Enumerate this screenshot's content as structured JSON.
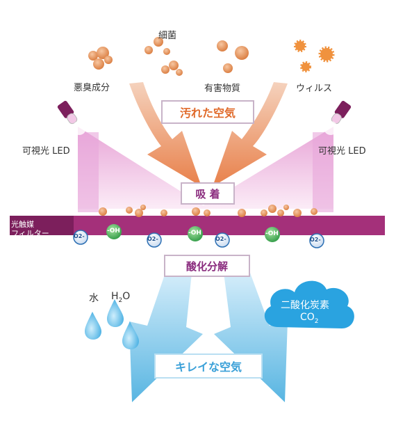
{
  "labels": {
    "malodor": "悪臭成分",
    "bacteria": "細菌",
    "harmful": "有害物質",
    "virus": "ウィルス",
    "led_left": "可視光 LED",
    "led_right": "可視光 LED",
    "filter_line1": "光触媒",
    "filter_line2": "フィルター",
    "water": "水",
    "h2o_main": "H",
    "h2o_sub": "2",
    "h2o_tail": "O",
    "co2_name": "二酸化炭素",
    "co2_main": "CO",
    "co2_sub": "2"
  },
  "boxes": {
    "dirty_air": "汚れた空気",
    "adsorption": "吸 着",
    "decomposition": "酸化分解",
    "clean_air": "キレイな空気"
  },
  "molecules": {
    "oh": "-OH",
    "o2": "O2-"
  },
  "colors": {
    "filter_band": "#a4307a",
    "orange_arrow": "#e8804a",
    "blue_arrow": "#4fb1e0",
    "particle": "#e29a63",
    "box_text_orange": "#e06a2a",
    "box_text_purple": "#8a2c7e",
    "box_text_blue": "#3aa0d8"
  }
}
